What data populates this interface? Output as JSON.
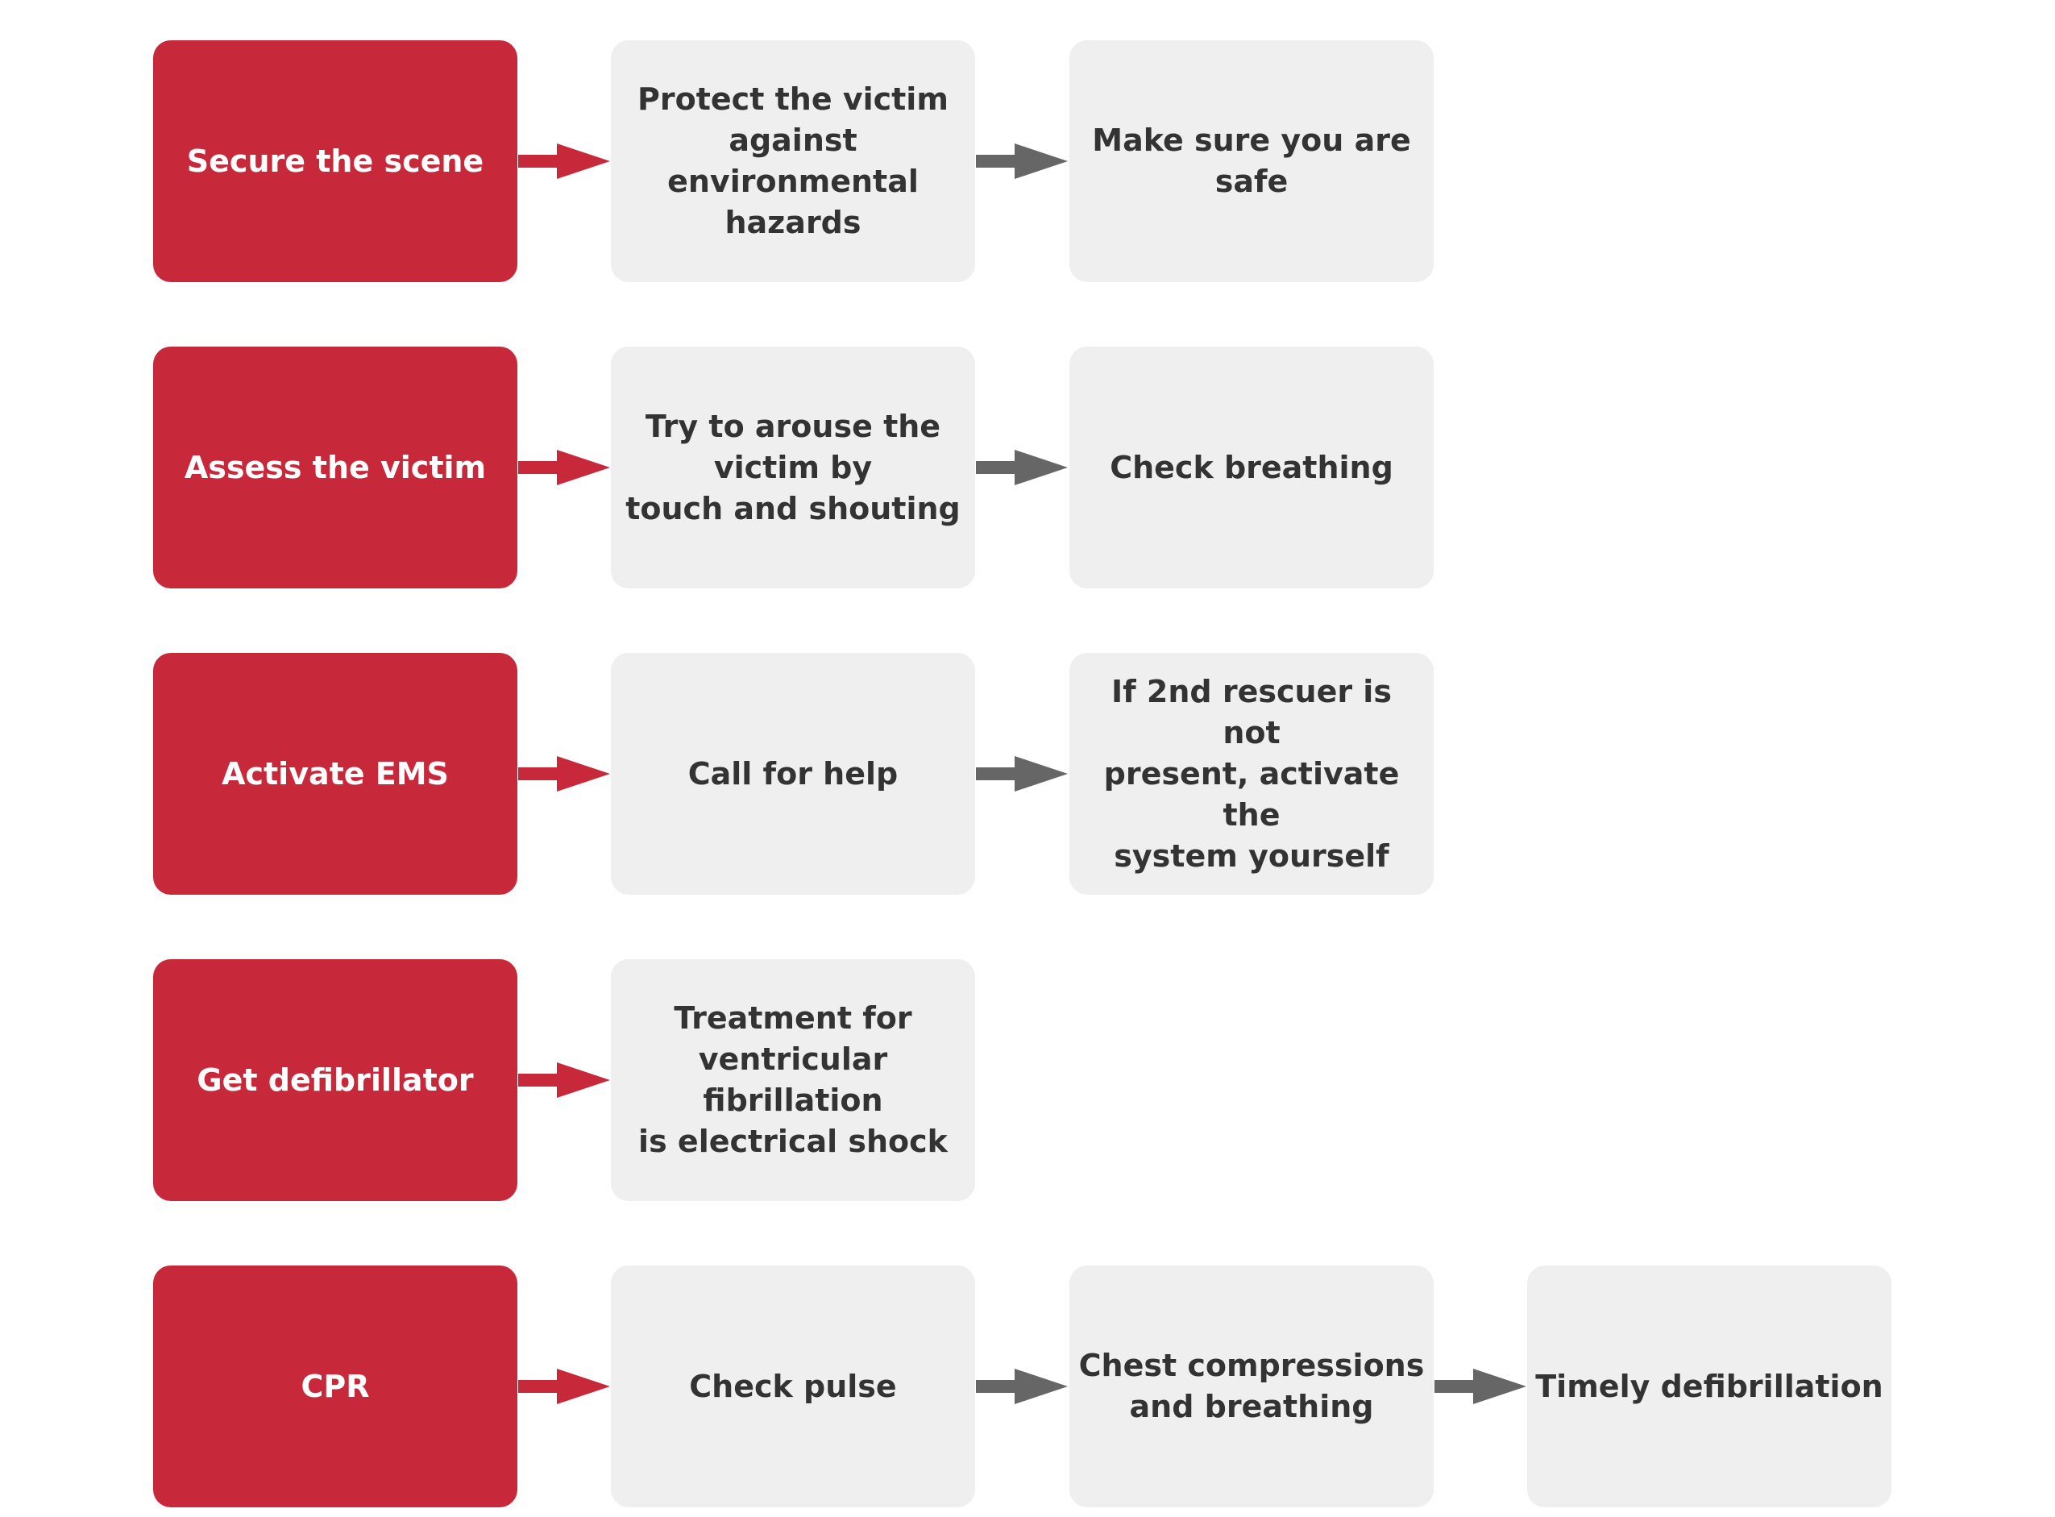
{
  "colors": {
    "primary_box": "#c8293a",
    "step_box": "#efefef",
    "primary_arrow": "#c8293a",
    "step_arrow": "#666666",
    "step_text": "#333333"
  },
  "rows": [
    {
      "main": "Secure the scene",
      "steps": [
        "Protect the victim\nagainst environmental\nhazards",
        "Make sure you are\nsafe"
      ]
    },
    {
      "main": "Assess the victim",
      "steps": [
        "Try to arouse the\nvictim by\ntouch and shouting",
        "Check breathing"
      ]
    },
    {
      "main": "Activate EMS",
      "steps": [
        "Call for help",
        "If 2nd rescuer is not\npresent, activate the\nsystem yourself"
      ]
    },
    {
      "main": "Get defibrillator",
      "steps": [
        "Treatment for\nventricular fibrillation\nis electrical shock"
      ]
    },
    {
      "main": "CPR",
      "steps": [
        "Check pulse",
        "Chest compressions\nand breathing",
        "Timely defibrillation"
      ]
    }
  ]
}
